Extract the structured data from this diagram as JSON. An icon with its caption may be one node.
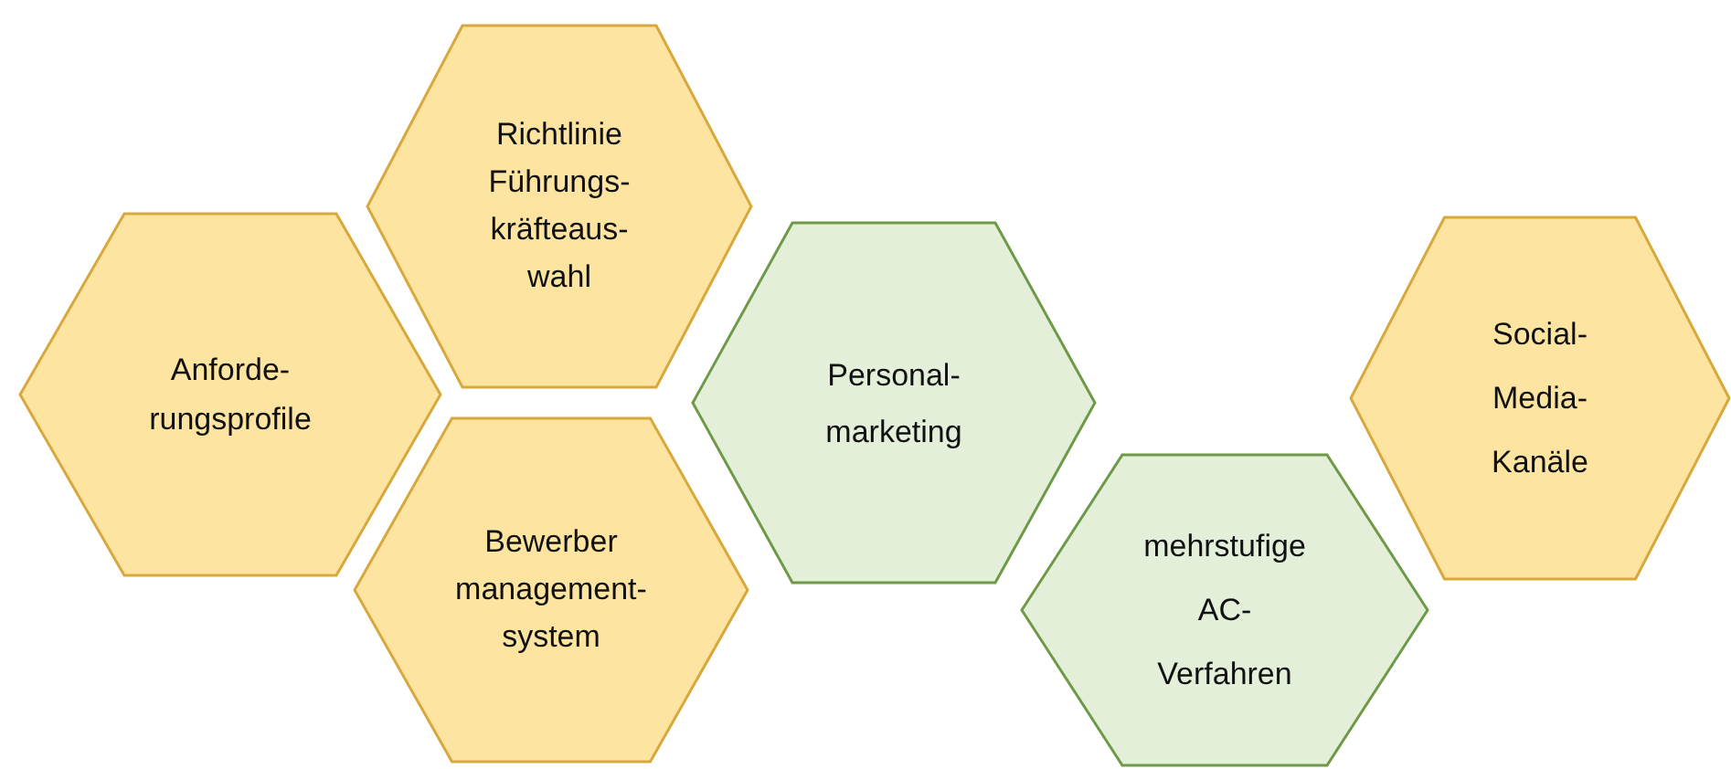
{
  "diagram": {
    "nodes": [
      {
        "text": [
          "Anforde- rungsprofile"
        ]
      },
      {
        "text": [
          "Richtlinie Führungs- kräfteaus- wahl"
        ]
      },
      {
        "text": [
          "Bewerber management- system"
        ]
      },
      {
        "text": [
          "Personal- marketing"
        ]
      },
      {
        "text": [
          "mehrstufige AC- Verfahren"
        ]
      },
      {
        "text": [
          "Social- Media- Kanäle"
        ]
      }
    ]
  }
}
